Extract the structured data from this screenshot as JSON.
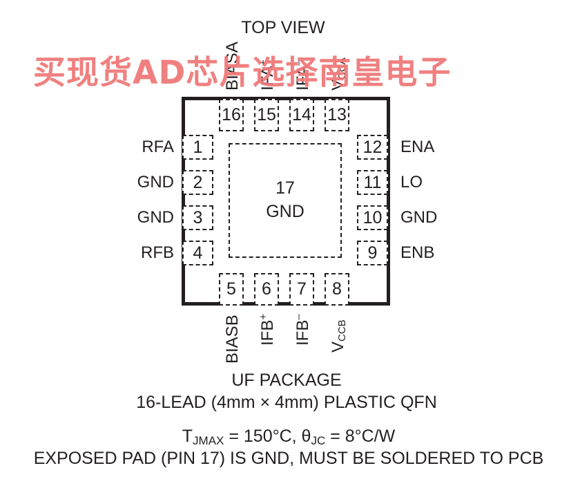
{
  "header": {
    "view": "TOP VIEW"
  },
  "watermark": {
    "text": "买现货AD芯片选择南皇电子",
    "color": "#f07a7a"
  },
  "colors": {
    "ink": "#231f20",
    "background": "#ffffff"
  },
  "exposed_pad": {
    "number": "17",
    "name": "GND"
  },
  "pins": {
    "left": [
      {
        "num": "1",
        "name": "RFA"
      },
      {
        "num": "2",
        "name": "GND"
      },
      {
        "num": "3",
        "name": "GND"
      },
      {
        "num": "4",
        "name": "RFB"
      }
    ],
    "bottom": [
      {
        "num": "5",
        "name": "BIASB"
      },
      {
        "num": "6",
        "name_main": "IFB",
        "name_sup": "+"
      },
      {
        "num": "7",
        "name_main": "IFB",
        "name_sup": "–"
      },
      {
        "num": "8",
        "name_main": "V",
        "name_sub": "CCB"
      }
    ],
    "right": [
      {
        "num": "9",
        "name": "ENB"
      },
      {
        "num": "10",
        "name": "GND"
      },
      {
        "num": "11",
        "name": "LO"
      },
      {
        "num": "12",
        "name": "ENA"
      }
    ],
    "top": [
      {
        "num": "13",
        "name_main": "V",
        "name_sub": "CCA"
      },
      {
        "num": "14",
        "name_main": "IFA",
        "name_sup": "–"
      },
      {
        "num": "15",
        "name_main": "IFA",
        "name_sup": "+"
      },
      {
        "num": "16",
        "name": "BIASA"
      }
    ]
  },
  "footer": {
    "package_name": "UF PACKAGE",
    "package_desc": "16-LEAD (4mm × 4mm) PLASTIC QFN",
    "thermal": {
      "t": "T",
      "t_sub": "JMAX",
      "t_val": " = 150°C, ",
      "theta": "θ",
      "theta_sub": "JC",
      "theta_val": " = 8°C/W"
    },
    "note": "EXPOSED PAD (PIN 17) IS GND, MUST BE SOLDERED TO PCB"
  }
}
